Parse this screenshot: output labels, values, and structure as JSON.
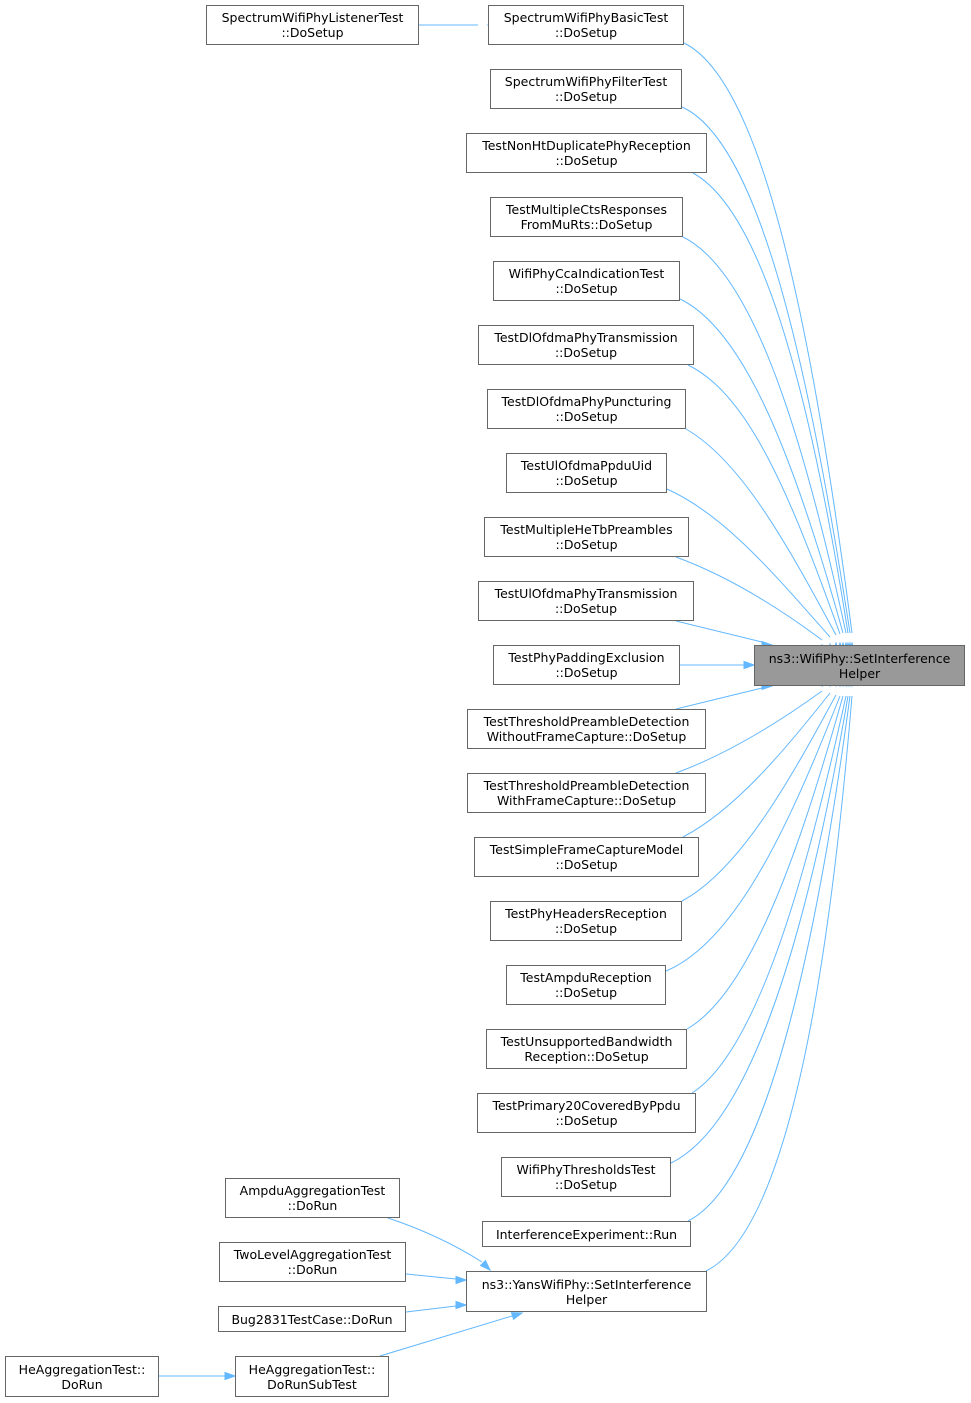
{
  "graph": {
    "target": {
      "id": "target",
      "lines": [
        "ns3::WifiPhy::SetInterference",
        "Helper"
      ]
    },
    "callers": [
      {
        "id": "spectrum-basic",
        "lines": [
          "SpectrumWifiPhyBasicTest",
          "::DoSetup"
        ]
      },
      {
        "id": "spectrum-listener",
        "lines": [
          "SpectrumWifiPhyListenerTest",
          "::DoSetup"
        ]
      },
      {
        "id": "spectrum-filter",
        "lines": [
          "SpectrumWifiPhyFilterTest",
          "::DoSetup"
        ]
      },
      {
        "id": "nonht-duplicate",
        "lines": [
          "TestNonHtDuplicatePhyReception",
          "::DoSetup"
        ]
      },
      {
        "id": "multiple-cts",
        "lines": [
          "TestMultipleCtsResponses",
          "FromMuRts::DoSetup"
        ]
      },
      {
        "id": "cca-indication",
        "lines": [
          "WifiPhyCcaIndicationTest",
          "::DoSetup"
        ]
      },
      {
        "id": "dl-ofdma-transmission",
        "lines": [
          "TestDlOfdmaPhyTransmission",
          "::DoSetup"
        ]
      },
      {
        "id": "dl-ofdma-puncturing",
        "lines": [
          "TestDlOfdmaPhyPuncturing",
          "::DoSetup"
        ]
      },
      {
        "id": "ul-ofdma-ppdu-uid",
        "lines": [
          "TestUlOfdmaPpduUid",
          "::DoSetup"
        ]
      },
      {
        "id": "multiple-he-tb",
        "lines": [
          "TestMultipleHeTbPreambles",
          "::DoSetup"
        ]
      },
      {
        "id": "ul-ofdma-transmission",
        "lines": [
          "TestUlOfdmaPhyTransmission",
          "::DoSetup"
        ]
      },
      {
        "id": "padding-exclusion",
        "lines": [
          "TestPhyPaddingExclusion",
          "::DoSetup"
        ]
      },
      {
        "id": "threshold-without-capture",
        "lines": [
          "TestThresholdPreambleDetection",
          "WithoutFrameCapture::DoSetup"
        ]
      },
      {
        "id": "threshold-with-capture",
        "lines": [
          "TestThresholdPreambleDetection",
          "WithFrameCapture::DoSetup"
        ]
      },
      {
        "id": "simple-frame-capture",
        "lines": [
          "TestSimpleFrameCaptureModel",
          "::DoSetup"
        ]
      },
      {
        "id": "phy-headers-reception",
        "lines": [
          "TestPhyHeadersReception",
          "::DoSetup"
        ]
      },
      {
        "id": "ampdu-reception",
        "lines": [
          "TestAmpduReception",
          "::DoSetup"
        ]
      },
      {
        "id": "unsupported-bandwidth",
        "lines": [
          "TestUnsupportedBandwidth",
          "Reception::DoSetup"
        ]
      },
      {
        "id": "primary20-covered",
        "lines": [
          "TestPrimary20CoveredByPpdu",
          "::DoSetup"
        ]
      },
      {
        "id": "wifi-phy-thresholds",
        "lines": [
          "WifiPhyThresholdsTest",
          "::DoSetup"
        ]
      },
      {
        "id": "interference-experiment",
        "lines": [
          "InterferenceExperiment::Run"
        ]
      },
      {
        "id": "yans-set-interference",
        "lines": [
          "ns3::YansWifiPhy::SetInterference",
          "Helper"
        ]
      },
      {
        "id": "ampdu-aggregation",
        "lines": [
          "AmpduAggregationTest",
          "::DoRun"
        ]
      },
      {
        "id": "two-level-aggregation",
        "lines": [
          "TwoLevelAggregationTest",
          "::DoRun"
        ]
      },
      {
        "id": "bug2831",
        "lines": [
          "Bug2831TestCase::DoRun"
        ]
      },
      {
        "id": "he-aggregation-subtest",
        "lines": [
          "HeAggregationTest::",
          "DoRunSubTest"
        ]
      },
      {
        "id": "he-aggregation-run",
        "lines": [
          "HeAggregationTest::",
          "DoRun"
        ]
      }
    ],
    "edges": [
      [
        "spectrum-listener",
        "spectrum-basic"
      ],
      [
        "spectrum-basic",
        "target"
      ],
      [
        "spectrum-filter",
        "target"
      ],
      [
        "nonht-duplicate",
        "target"
      ],
      [
        "multiple-cts",
        "target"
      ],
      [
        "cca-indication",
        "target"
      ],
      [
        "dl-ofdma-transmission",
        "target"
      ],
      [
        "dl-ofdma-puncturing",
        "target"
      ],
      [
        "ul-ofdma-ppdu-uid",
        "target"
      ],
      [
        "multiple-he-tb",
        "target"
      ],
      [
        "ul-ofdma-transmission",
        "target"
      ],
      [
        "padding-exclusion",
        "target"
      ],
      [
        "threshold-without-capture",
        "target"
      ],
      [
        "threshold-with-capture",
        "target"
      ],
      [
        "simple-frame-capture",
        "target"
      ],
      [
        "phy-headers-reception",
        "target"
      ],
      [
        "ampdu-reception",
        "target"
      ],
      [
        "unsupported-bandwidth",
        "target"
      ],
      [
        "primary20-covered",
        "target"
      ],
      [
        "wifi-phy-thresholds",
        "target"
      ],
      [
        "interference-experiment",
        "target"
      ],
      [
        "yans-set-interference",
        "target"
      ],
      [
        "ampdu-aggregation",
        "yans-set-interference"
      ],
      [
        "two-level-aggregation",
        "yans-set-interference"
      ],
      [
        "bug2831",
        "yans-set-interference"
      ],
      [
        "he-aggregation-subtest",
        "yans-set-interference"
      ],
      [
        "he-aggregation-run",
        "he-aggregation-subtest"
      ]
    ]
  },
  "colors": {
    "edge": "#63b8ff",
    "node_border": "#666666",
    "target_fill": "#999999"
  }
}
